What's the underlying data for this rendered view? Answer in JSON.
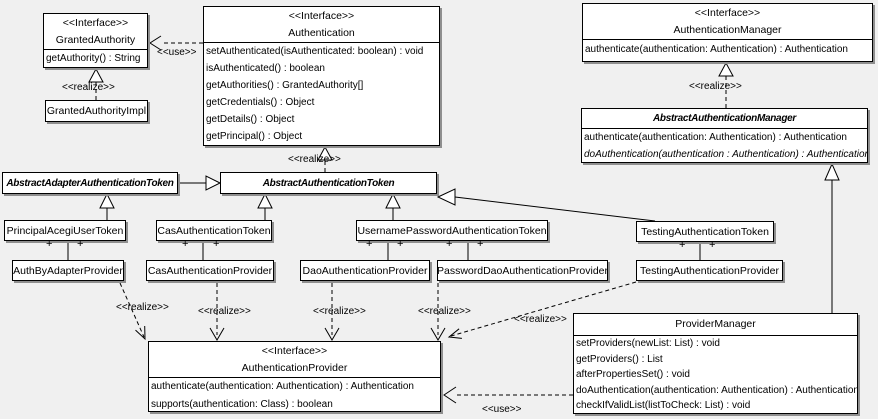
{
  "diagram": {
    "stereotype_interface": "<<Interface>>",
    "labels": {
      "use": "<<use>>",
      "realize": "<<realize>>",
      "plus": "+"
    },
    "colors": {
      "canvas_background": "#f0f0f0",
      "box_fill": "#ffffff",
      "line": "#000000",
      "shadow": "#8f8f8f"
    },
    "classes": {
      "granted_authority": {
        "name": "GrantedAuthority",
        "methods": [
          "getAuthority() : String"
        ]
      },
      "granted_authority_impl": {
        "name": "GrantedAuthorityImpl"
      },
      "authentication": {
        "name": "Authentication",
        "methods": [
          "setAuthenticated(isAuthenticated: boolean) : void",
          "isAuthenticated() : boolean",
          "getAuthorities() : GrantedAuthority[]",
          "getCredentials() : Object",
          "getDetails() : Object",
          "getPrincipal() : Object"
        ]
      },
      "authentication_manager": {
        "name": "AuthenticationManager",
        "methods": [
          "authenticate(authentication: Authentication) : Authentication"
        ]
      },
      "abstract_authentication_manager": {
        "name": "AbstractAuthenticationManager",
        "methods": [
          "authenticate(authentication: Authentication) : Authentication",
          "doAuthentication(authentication : Authentication) : Authentication"
        ]
      },
      "abstract_adapter_authentication_token": {
        "name": "AbstractAdapterAuthenticationToken"
      },
      "abstract_authentication_token": {
        "name": "AbstractAuthenticationToken"
      },
      "principal_acegi_user_token": {
        "name": "PrincipalAcegiUserToken"
      },
      "cas_authentication_token": {
        "name": "CasAuthenticationToken"
      },
      "username_password_authentication_token": {
        "name": "UsernamePasswordAuthenticationToken"
      },
      "testing_authentication_token": {
        "name": "TestingAuthenticationToken"
      },
      "auth_by_adapter_provider": {
        "name": "AuthByAdapterProvider"
      },
      "cas_authentication_provider": {
        "name": "CasAuthenticationProvider"
      },
      "dao_authentication_provider": {
        "name": "DaoAuthenticationProvider"
      },
      "password_dao_authentication_provider": {
        "name": "PasswordDaoAuthenticationProvider"
      },
      "testing_authentication_provider": {
        "name": "TestingAuthenticationProvider"
      },
      "authentication_provider": {
        "name": "AuthenticationProvider",
        "methods": [
          "authenticate(authentication: Authentication) : Authentication",
          "supports(authentication: Class) : boolean"
        ]
      },
      "provider_manager": {
        "name": "ProviderManager",
        "methods": [
          "setProviders(newList: List) : void",
          "getProviders() : List",
          "afterPropertiesSet() : void",
          "doAuthentication(authentication: Authentication) : Authentication",
          "checkIfValidList(listToCheck: List) : void"
        ]
      }
    }
  }
}
